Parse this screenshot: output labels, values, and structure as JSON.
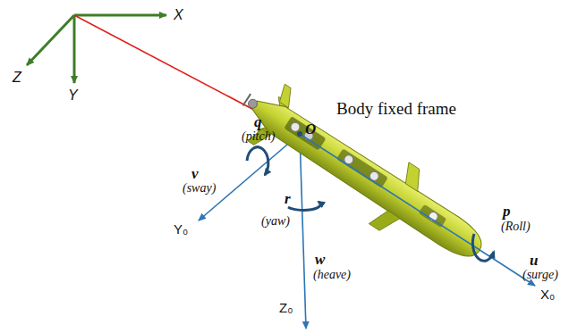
{
  "diagram": {
    "labels": [
      "X",
      "Y",
      "Z",
      "Body fixed frame",
      "O",
      "q",
      "(pitch)",
      "v",
      "(sway)",
      "Y₀",
      "r",
      "(yaw)",
      "w",
      "(heave)",
      "Z₀",
      "p",
      "(Roll)",
      "u",
      "(surge)",
      "X₀"
    ]
  }
}
